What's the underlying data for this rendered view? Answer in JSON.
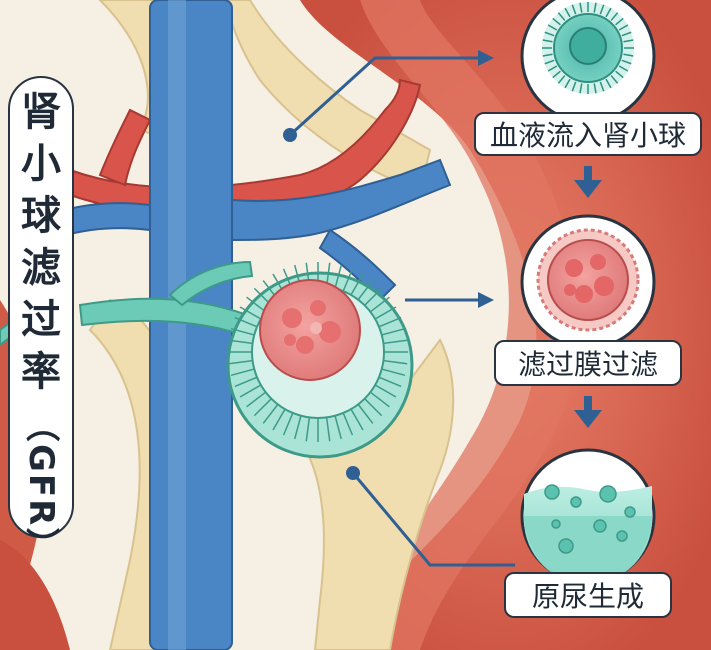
{
  "title": {
    "chars": [
      "肾",
      "小",
      "球",
      "滤",
      "过",
      "率"
    ],
    "abbr": "（GFR）"
  },
  "steps": [
    {
      "label": "血液流入肾小球"
    },
    {
      "label": "滤过膜过滤"
    },
    {
      "label": "原尿生成"
    }
  ],
  "colors": {
    "kidney": "#d9654f",
    "vein": "#4a86c5",
    "artery": "#d9544a",
    "tubule": "#f0deb1",
    "glomerulus": "#e58b8b",
    "capsule": "#7fd1c0"
  }
}
